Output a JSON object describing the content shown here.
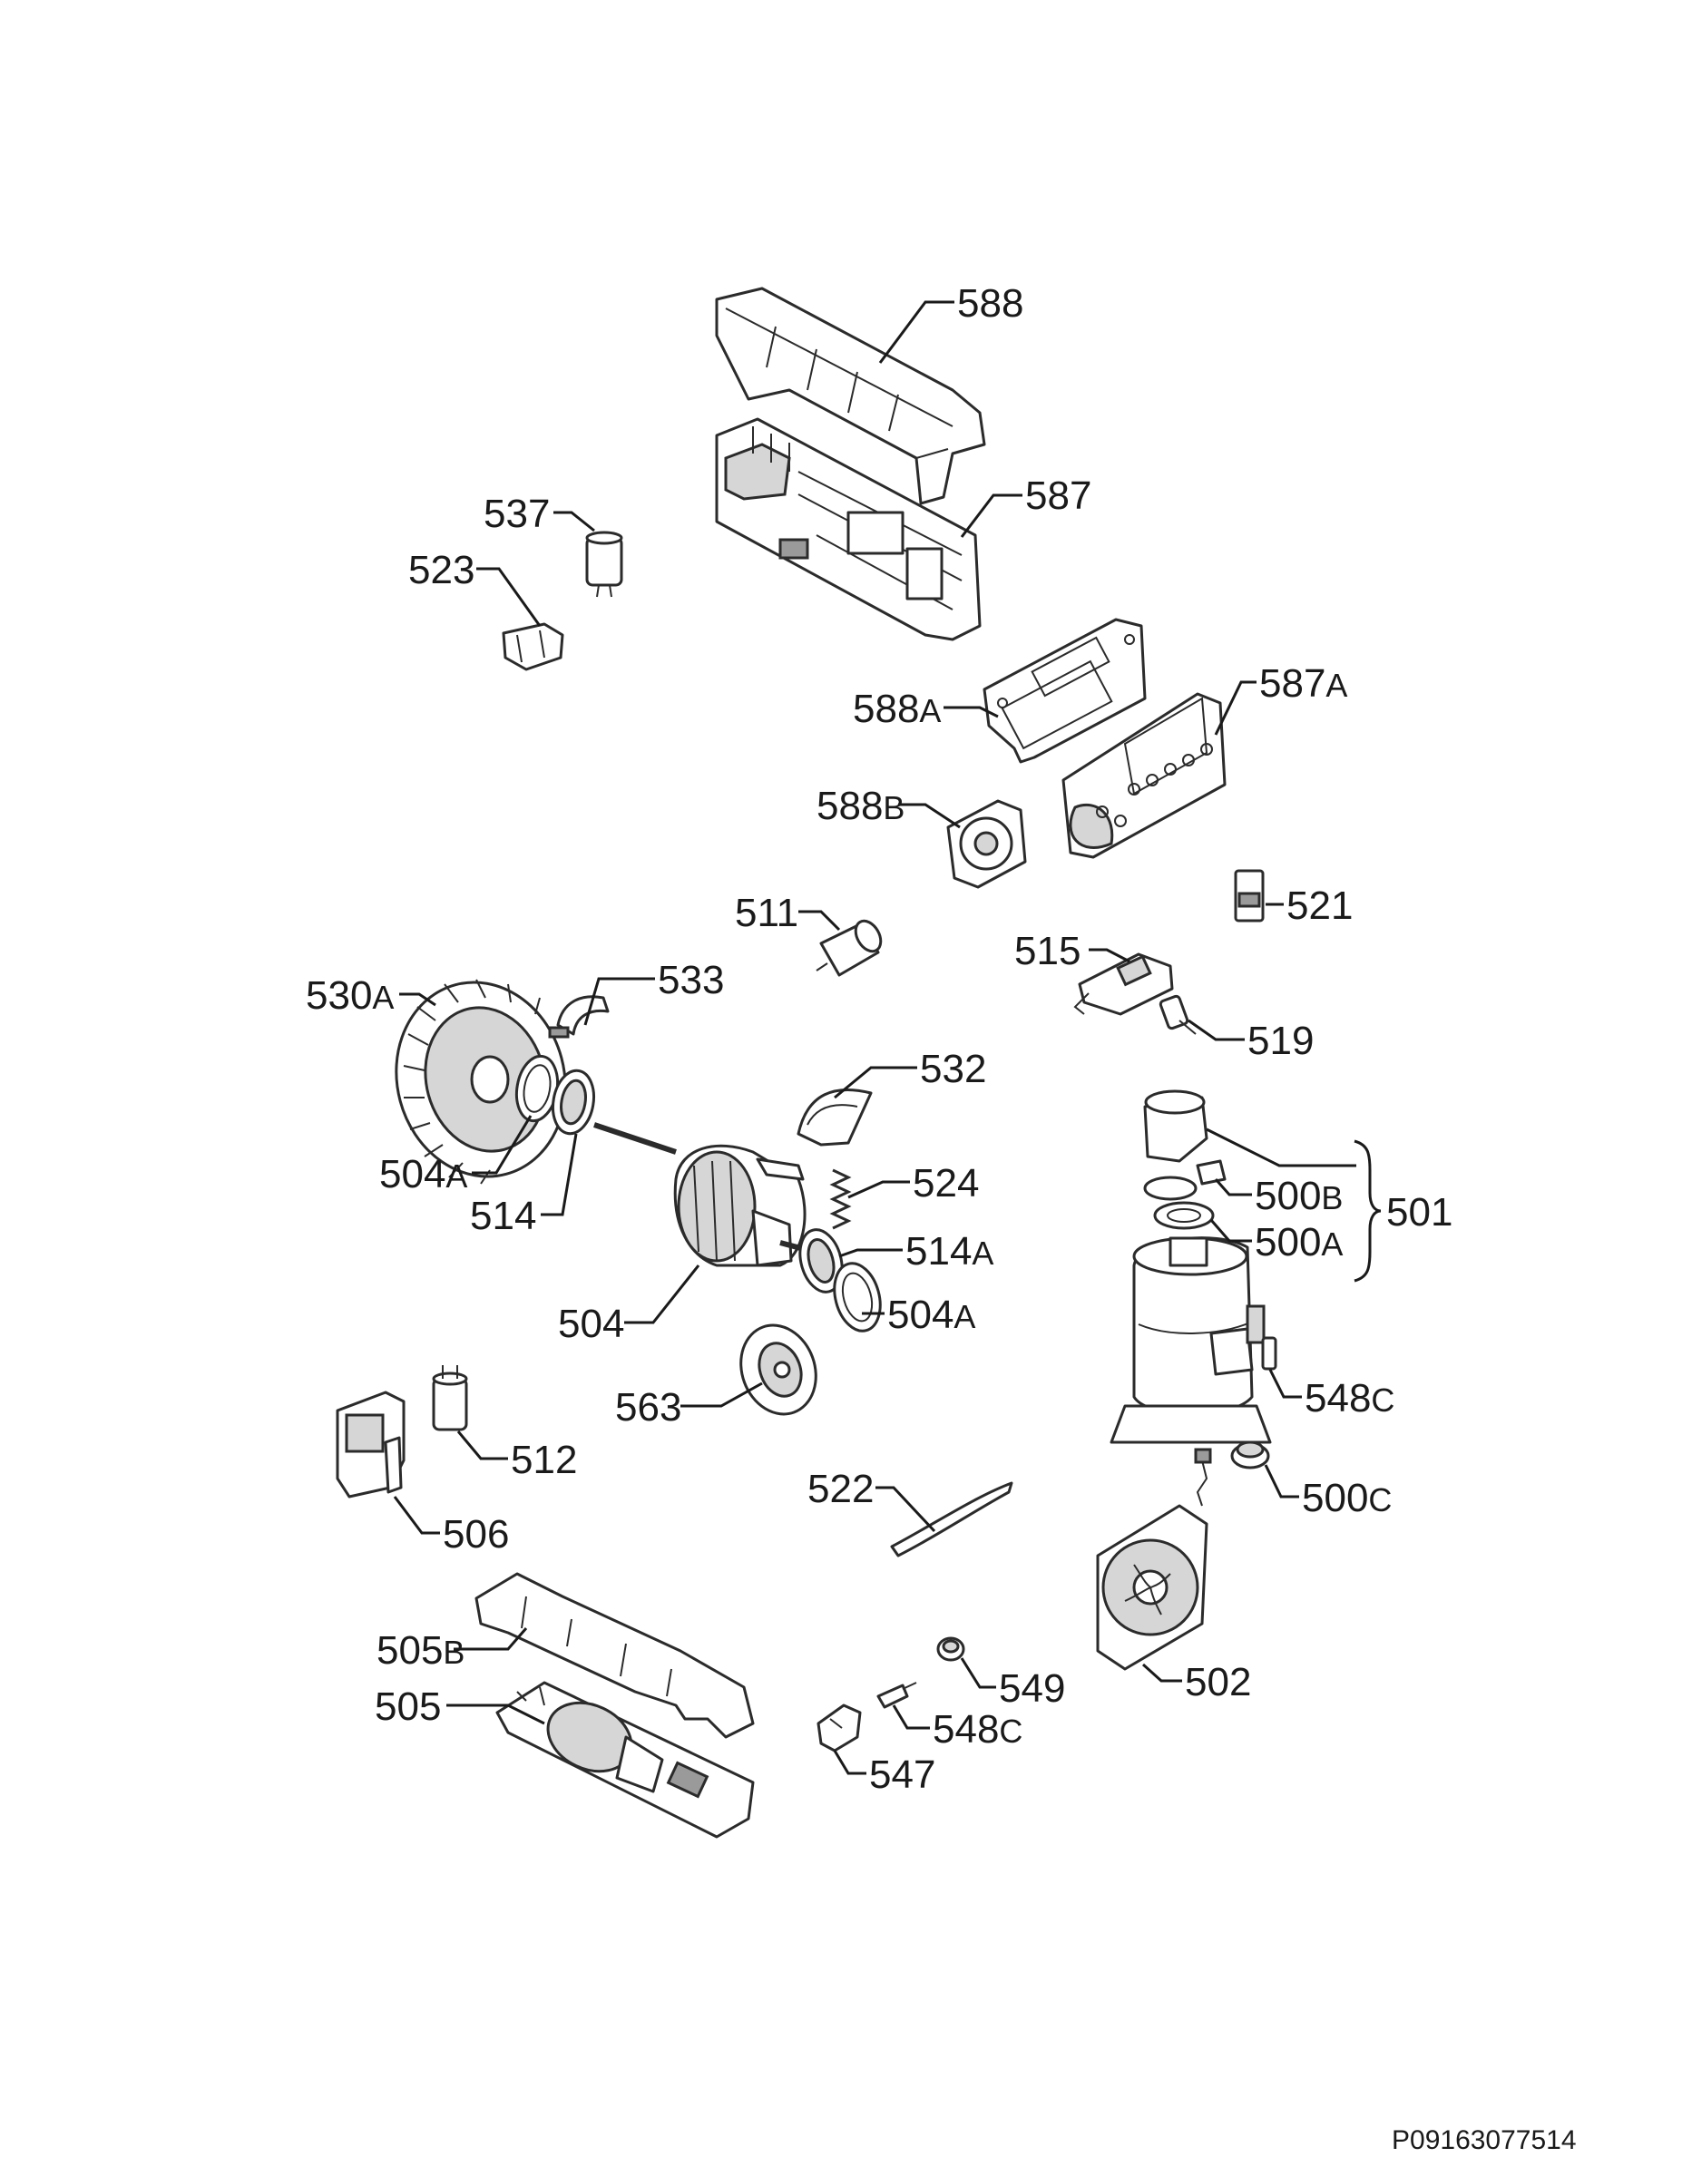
{
  "drawing": {
    "code": "P09163077514"
  },
  "callouts": [
    {
      "id": "588",
      "main": "588",
      "suffix": ""
    },
    {
      "id": "587",
      "main": "587",
      "suffix": ""
    },
    {
      "id": "537",
      "main": "537",
      "suffix": ""
    },
    {
      "id": "523",
      "main": "523",
      "suffix": ""
    },
    {
      "id": "588A",
      "main": "588",
      "suffix": "A"
    },
    {
      "id": "587A",
      "main": "587",
      "suffix": "A"
    },
    {
      "id": "588B",
      "main": "588",
      "suffix": "B"
    },
    {
      "id": "521",
      "main": "521",
      "suffix": ""
    },
    {
      "id": "511",
      "main": "511",
      "suffix": ""
    },
    {
      "id": "515",
      "main": "515",
      "suffix": ""
    },
    {
      "id": "530A",
      "main": "530",
      "suffix": "A"
    },
    {
      "id": "533",
      "main": "533",
      "suffix": ""
    },
    {
      "id": "519",
      "main": "519",
      "suffix": ""
    },
    {
      "id": "532",
      "main": "532",
      "suffix": ""
    },
    {
      "id": "504A-left",
      "main": "504",
      "suffix": "A"
    },
    {
      "id": "514",
      "main": "514",
      "suffix": ""
    },
    {
      "id": "524",
      "main": "524",
      "suffix": ""
    },
    {
      "id": "500B",
      "main": "500",
      "suffix": "B"
    },
    {
      "id": "501",
      "main": "501",
      "suffix": ""
    },
    {
      "id": "500A",
      "main": "500",
      "suffix": "A"
    },
    {
      "id": "514A",
      "main": "514",
      "suffix": "A"
    },
    {
      "id": "504",
      "main": "504",
      "suffix": ""
    },
    {
      "id": "504A-right",
      "main": "504",
      "suffix": "A"
    },
    {
      "id": "548C-right",
      "main": "548",
      "suffix": "C"
    },
    {
      "id": "563",
      "main": "563",
      "suffix": ""
    },
    {
      "id": "512",
      "main": "512",
      "suffix": ""
    },
    {
      "id": "522",
      "main": "522",
      "suffix": ""
    },
    {
      "id": "500C",
      "main": "500",
      "suffix": "C"
    },
    {
      "id": "506",
      "main": "506",
      "suffix": ""
    },
    {
      "id": "502",
      "main": "502",
      "suffix": ""
    },
    {
      "id": "505B",
      "main": "505",
      "suffix": "B"
    },
    {
      "id": "549",
      "main": "549",
      "suffix": ""
    },
    {
      "id": "505",
      "main": "505",
      "suffix": ""
    },
    {
      "id": "548C-bottom",
      "main": "548",
      "suffix": "C"
    },
    {
      "id": "547",
      "main": "547",
      "suffix": ""
    }
  ]
}
